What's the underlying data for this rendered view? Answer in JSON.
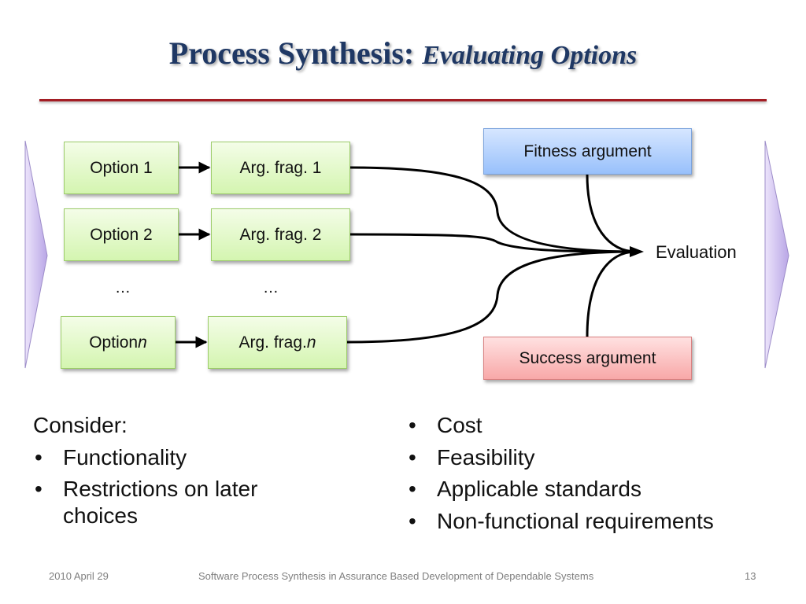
{
  "slide": {
    "title_main": "Process Synthesis:",
    "title_sub": "Evaluating Options"
  },
  "diagram": {
    "options": [
      {
        "prefix": "Option 1",
        "suffix": ""
      },
      {
        "prefix": "Option 2",
        "suffix": ""
      },
      {
        "prefix": "Option ",
        "suffix": "n"
      }
    ],
    "fragments": [
      {
        "prefix": "Arg. frag. 1",
        "suffix": ""
      },
      {
        "prefix": "Arg. frag. 2",
        "suffix": ""
      },
      {
        "prefix": "Arg. frag. ",
        "suffix": "n"
      }
    ],
    "ellipsis": "…",
    "fitness": "Fitness argument",
    "success": "Success argument",
    "evaluation": "Evaluation",
    "colors": {
      "option_fill": "#d4f5b0",
      "fitness_fill": "#98c0fb",
      "success_fill": "#f8a8a8",
      "side_arrow": "#c9b8ee",
      "title": "#1f3864",
      "rule": "#a31d24"
    }
  },
  "content": {
    "left_heading": "Consider:",
    "left_items": [
      "Functionality",
      "Restrictions on later choices"
    ],
    "right_items": [
      "Cost",
      "Feasibility",
      "Applicable standards",
      "Non-functional requirements"
    ]
  },
  "footer": {
    "date": "2010 April 29",
    "center": "Software Process Synthesis in Assurance Based Development of Dependable Systems",
    "page": "13"
  }
}
